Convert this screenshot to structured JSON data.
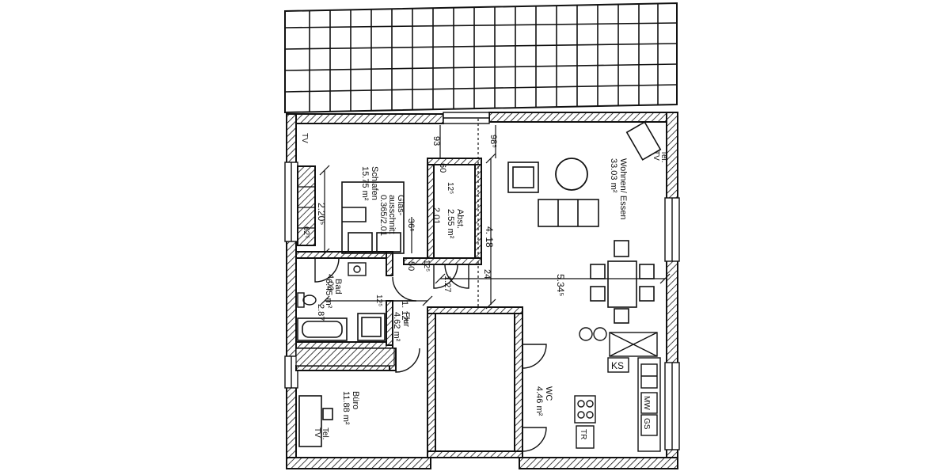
{
  "rooms": {
    "schlafen": {
      "name": "Schlafen",
      "area": "15.75 m²"
    },
    "abstell": {
      "name": "Abst.",
      "area": "2.55 m²"
    },
    "wohnen": {
      "name": "Wohnen/ Essen",
      "area": "33.03 m²"
    },
    "bad": {
      "name": "Bad",
      "area": "6.45 m²"
    },
    "flur": {
      "name": "Flur",
      "area": "4.62 m²"
    },
    "buero": {
      "name": "Büro",
      "area": "11.88 m²"
    },
    "wc": {
      "name": "WC",
      "area": "4.46 m²"
    }
  },
  "notes": {
    "glas_1": "Glas-",
    "glas_2": "ausschnitt",
    "glas_3": "0.365/2.01"
  },
  "labels": {
    "tv_top_left": "TV",
    "tv_top_right": "TV",
    "tel_top_right": "Tel.",
    "tv_buero": "TV",
    "tel_buero": "Tel.",
    "ks": "KS",
    "mw": "MW",
    "gs": "GS",
    "tr": "TR"
  },
  "dimensions": {
    "d_93": "93",
    "d_98": "98⁵",
    "d_220": "2.20⁵",
    "d_62": "62⁵",
    "d_36": "36⁵",
    "d_201": "2.01",
    "d_12a": "12⁵",
    "d_12b": "12⁵",
    "d_12c": "12⁵",
    "d_60": "60",
    "d_418": "4. 18",
    "d_50": "50",
    "d_127": "1.27",
    "d_24": "24",
    "d_534": "5.34⁵",
    "d_400": "4.00",
    "d_287": "2.87",
    "d_112": "1. 12⁵"
  }
}
